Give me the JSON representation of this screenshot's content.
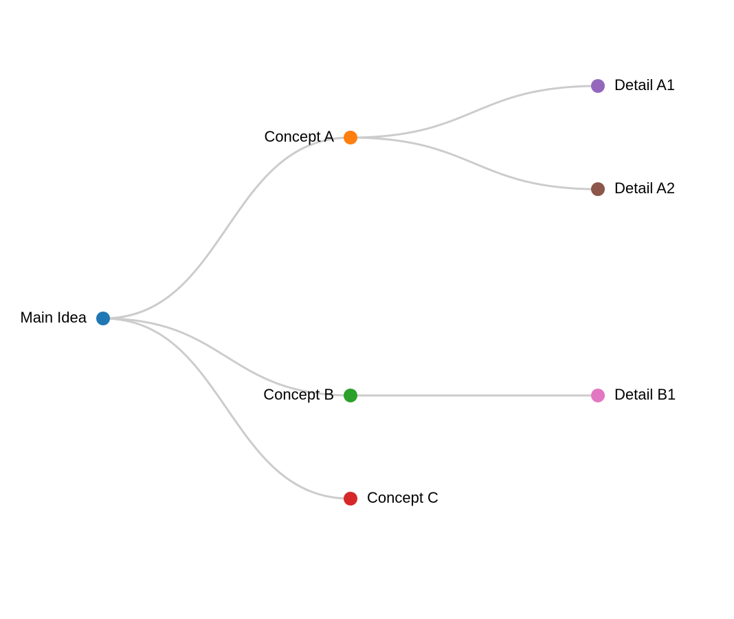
{
  "diagram": {
    "type": "tree",
    "nodes": [
      {
        "id": "main",
        "label": "Main Idea",
        "color": "#1f77b4",
        "parent": null
      },
      {
        "id": "a",
        "label": "Concept A",
        "color": "#ff7f0e",
        "parent": "main"
      },
      {
        "id": "b",
        "label": "Concept B",
        "color": "#2ca02c",
        "parent": "main"
      },
      {
        "id": "c",
        "label": "Concept C",
        "color": "#d62728",
        "parent": "main"
      },
      {
        "id": "a1",
        "label": "Detail A1",
        "color": "#9467bd",
        "parent": "a"
      },
      {
        "id": "a2",
        "label": "Detail A2",
        "color": "#8c564b",
        "parent": "a"
      },
      {
        "id": "b1",
        "label": "Detail B1",
        "color": "#e377c2",
        "parent": "b"
      }
    ],
    "link_color": "#cccccc"
  }
}
